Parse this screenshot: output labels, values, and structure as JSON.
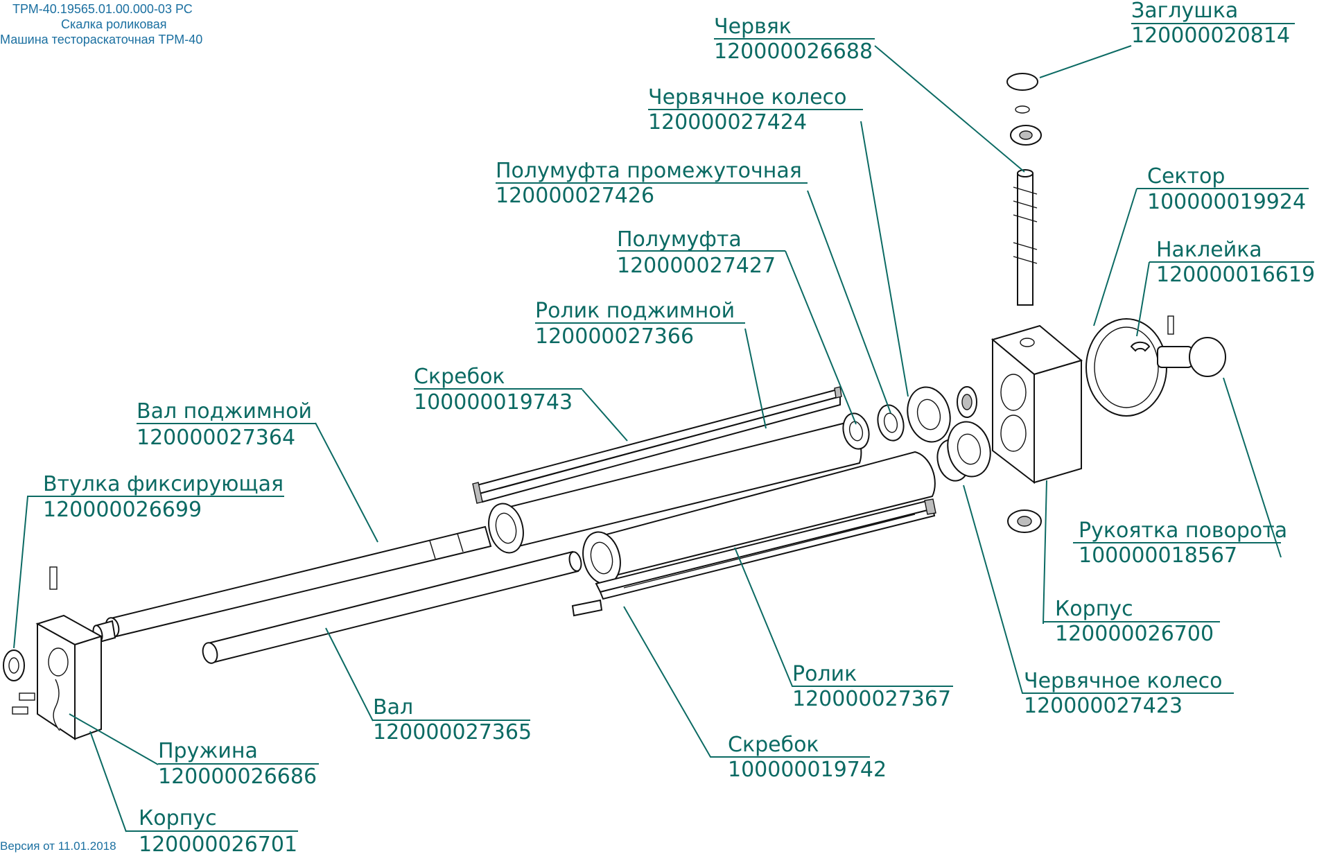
{
  "header": {
    "line1": "ТРМ-40.19565.01.00.000-03 РС",
    "line2": "Скалка роликовая",
    "line3": "Машина тестораскаточная ТРМ-40"
  },
  "footer": {
    "version": "Версия от 11.01.2018"
  },
  "theme": {
    "label_color": "#0b6a63",
    "header_color": "#1a6fa0"
  },
  "callouts": [
    {
      "id": "chervyak",
      "name": "Червяк",
      "code": "120000026688"
    },
    {
      "id": "zaglushka",
      "name": "Заглушка",
      "code": "120000020814"
    },
    {
      "id": "chervyachnoe-koleso-1",
      "name": "Червячное колесо",
      "code": "120000027424"
    },
    {
      "id": "polumufta-promezhutochnaya",
      "name": "Полумуфта промежуточная",
      "code": "120000027426"
    },
    {
      "id": "sektor",
      "name": "Сектор",
      "code": "100000019924"
    },
    {
      "id": "nakleyka",
      "name": "Наклейка",
      "code": "120000016619"
    },
    {
      "id": "polumufta",
      "name": "Полумуфта",
      "code": "120000027427"
    },
    {
      "id": "rolik-podzhimnoy",
      "name": "Ролик поджимной",
      "code": "120000027366"
    },
    {
      "id": "skrebok-1",
      "name": "Скребок",
      "code": "100000019743"
    },
    {
      "id": "val-podzhimnoy",
      "name": "Вал поджимной",
      "code": "120000027364"
    },
    {
      "id": "vtulka-fiksiruyushchaya",
      "name": "Втулка фиксирующая",
      "code": "120000026699"
    },
    {
      "id": "rukoyatka-povorota",
      "name": "Рукоятка поворота",
      "code": "100000018567"
    },
    {
      "id": "korpus-right",
      "name": "Корпус",
      "code": "120000026700"
    },
    {
      "id": "rolik",
      "name": "Ролик",
      "code": "120000027367"
    },
    {
      "id": "chervyachnoe-koleso-2",
      "name": "Червячное колесо",
      "code": "120000027423"
    },
    {
      "id": "val",
      "name": "Вал",
      "code": "120000027365"
    },
    {
      "id": "skrebok-2",
      "name": "Скребок",
      "code": "100000019742"
    },
    {
      "id": "pruzhina",
      "name": "Пружина",
      "code": "120000026686"
    },
    {
      "id": "korpus-left",
      "name": "Корпус",
      "code": "120000026701"
    }
  ]
}
